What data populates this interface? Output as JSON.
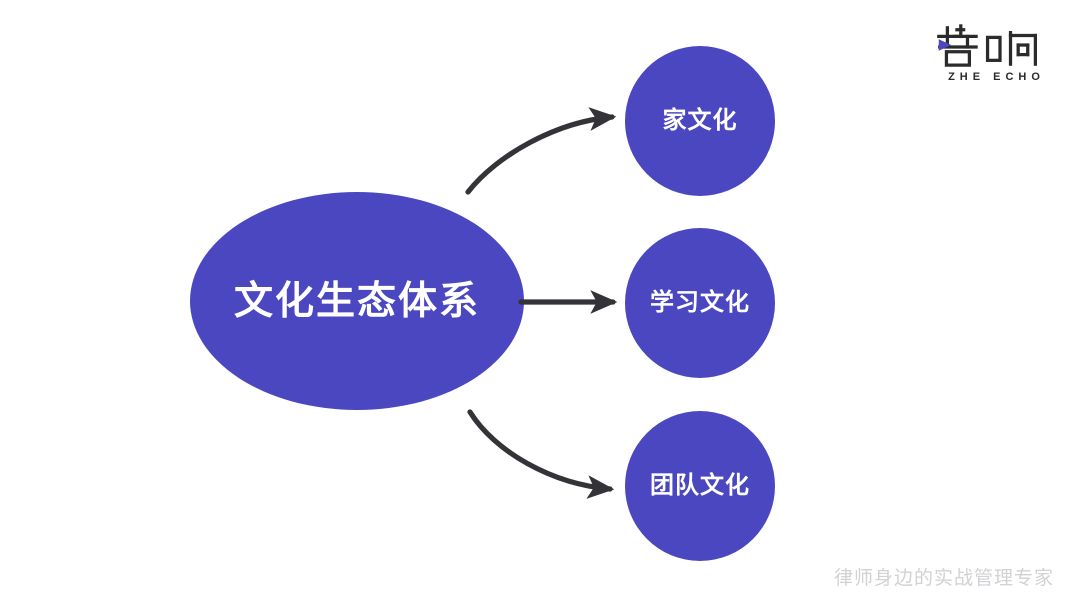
{
  "slide": {
    "background_color": "#ffffff",
    "node_color": "#4a47c0",
    "arrow_color": "#333338",
    "node_text_color": "#ffffff",
    "tagline_color": "#d2d2d6"
  },
  "center_node": {
    "label": "文化生态体系",
    "shape": "ellipse"
  },
  "branches": [
    {
      "label": "家文化",
      "shape": "circle",
      "connector": "curved-up-arrow"
    },
    {
      "label": "学习文化",
      "shape": "circle",
      "connector": "straight-arrow"
    },
    {
      "label": "团队文化",
      "shape": "circle",
      "connector": "curved-down-arrow"
    }
  ],
  "logo": {
    "mark_text": "哲响",
    "wordmark": "ZHE ECHO",
    "accent_color": "#4a47c0",
    "mark_color": "#2b2b2b"
  },
  "footer": {
    "tagline": "律师身边的实战管理专家"
  }
}
